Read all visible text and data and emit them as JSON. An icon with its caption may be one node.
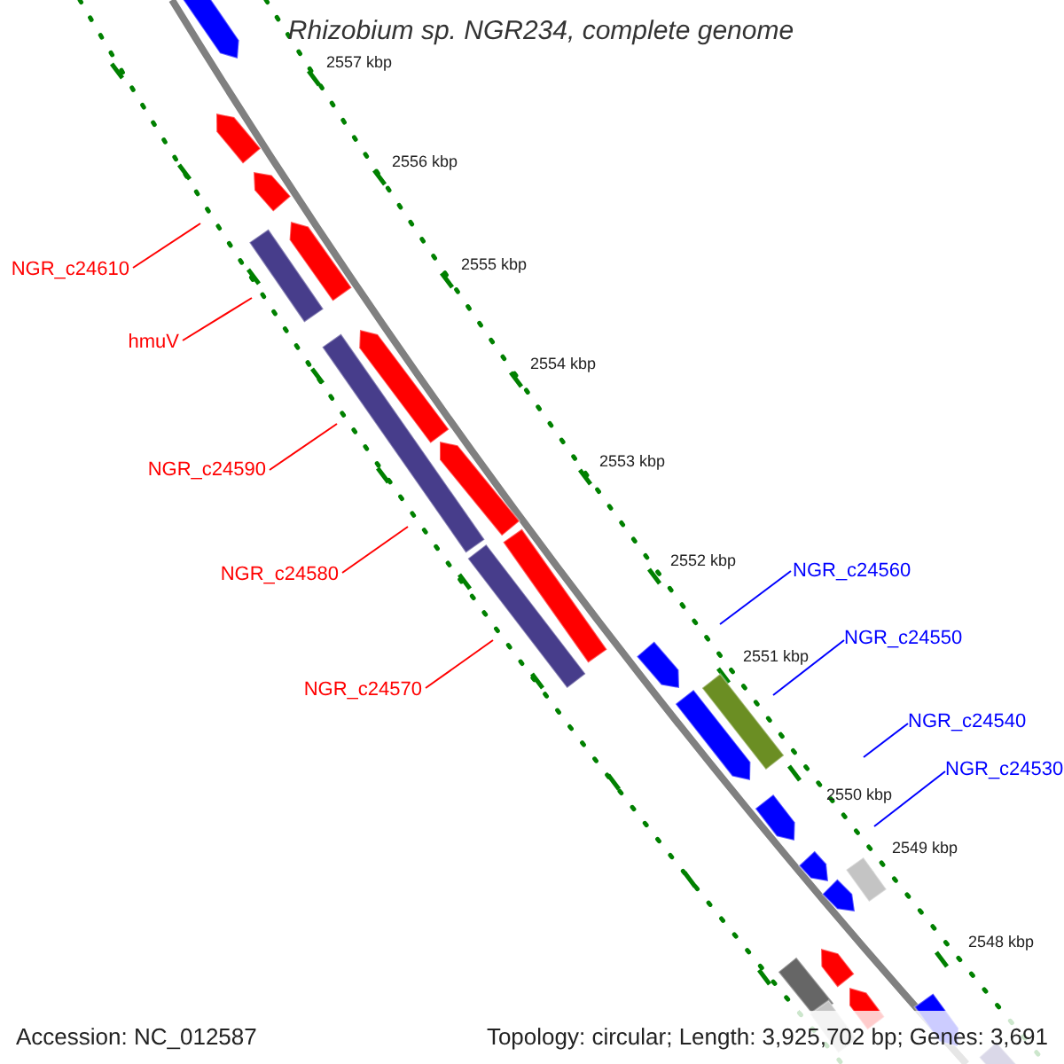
{
  "diagram": {
    "title": "Rhizobium sp. NGR234, complete genome",
    "nodes": [
      {
        "text": [
          "NGR_c24610"
        ]
      },
      {
        "text": [
          "hmuV"
        ]
      },
      {
        "text": [
          "NGR_c24590"
        ]
      },
      {
        "text": [
          "NGR_c24580"
        ]
      },
      {
        "text": [
          "NGR_c24570"
        ]
      },
      {
        "text": [
          "NGR_c24560"
        ]
      },
      {
        "text": [
          "NGR_c24550"
        ]
      },
      {
        "text": [
          "NGR_c24540"
        ]
      },
      {
        "text": [
          "NGR_c24530"
        ]
      }
    ],
    "edges": [
      {
        "from": 0,
        "to": null,
        "arrow": "none"
      },
      {
        "from": 1,
        "to": null,
        "arrow": "none"
      },
      {
        "from": 2,
        "to": null,
        "arrow": "none"
      },
      {
        "from": 3,
        "to": null,
        "arrow": "none"
      },
      {
        "from": 4,
        "to": null,
        "arrow": "none"
      },
      {
        "from": 5,
        "to": null,
        "arrow": "none",
        "color": "#0000ff"
      },
      {
        "from": 6,
        "to": null,
        "arrow": "none",
        "color": "#0000ff"
      },
      {
        "from": 7,
        "to": null,
        "arrow": "none",
        "color": "#0000ff"
      },
      {
        "from": 8,
        "to": null,
        "arrow": "none",
        "color": "#0000ff"
      }
    ],
    "labels": [
      "2557 kbp",
      "2556 kbp",
      "2555 kbp",
      "2554 kbp",
      "2553 kbp",
      "2552 kbp",
      "2551 kbp",
      "2550 kbp",
      "2549 kbp",
      "2548 kbp",
      "Accession: NC_012587",
      "Topology: circular; Length: 3,925,702 bp; Genes: 3,691"
    ]
  }
}
